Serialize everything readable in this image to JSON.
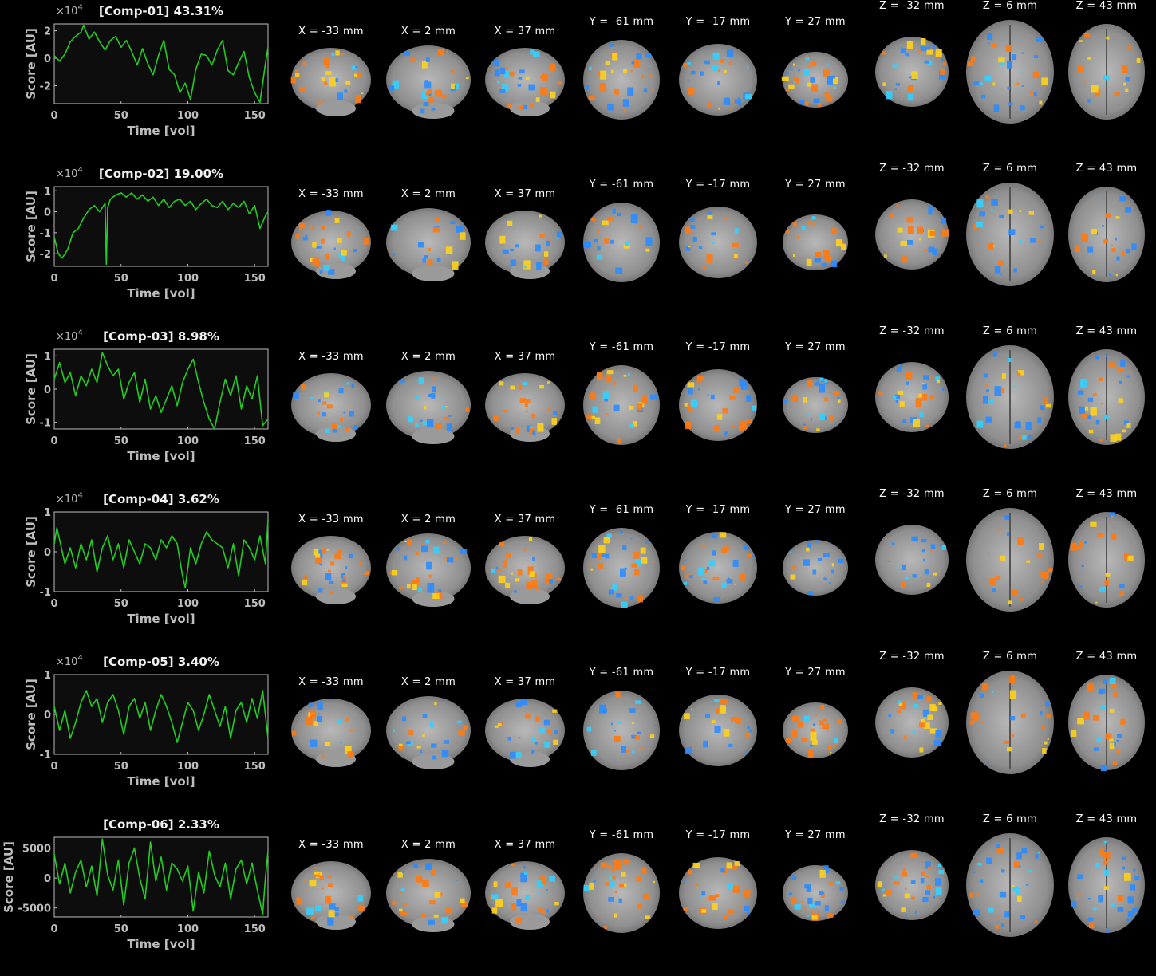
{
  "slice_labels": {
    "sagittal": [
      "X = -33 mm",
      "X = 2 mm",
      "X = 37 mm"
    ],
    "coronal": [
      "Y = -61 mm",
      "Y = -17 mm",
      "Y = 27 mm"
    ],
    "axial": [
      "Z = -32 mm",
      "Z = 6 mm",
      "Z = 43 mm"
    ]
  },
  "colors": {
    "trace": "#22cc22",
    "axis": "#bdbdbd",
    "plot_bg": "#0d0d0d",
    "positive": "#ff7a10",
    "negative": "#2a8cff"
  },
  "chart_data": [
    {
      "type": "line",
      "title": "[Comp-01] 43.31%",
      "xlabel": "Time [vol]",
      "ylabel": "Score [AU]",
      "exponent": "×10",
      "xlim": [
        0,
        160
      ],
      "ylim": [
        -3.3,
        2.5
      ],
      "xticks": [
        0,
        50,
        100,
        150
      ],
      "yticks": [
        -2,
        0,
        2
      ],
      "ytick_labels": [
        "-2",
        "0",
        "2"
      ],
      "x": [
        0,
        4,
        8,
        12,
        16,
        20,
        22,
        26,
        30,
        34,
        38,
        42,
        46,
        50,
        54,
        58,
        62,
        66,
        70,
        74,
        78,
        82,
        86,
        90,
        94,
        98,
        102,
        106,
        110,
        114,
        118,
        122,
        126,
        130,
        134,
        138,
        142,
        146,
        150,
        154,
        158,
        160
      ],
      "y": [
        0.2,
        -0.2,
        0.3,
        1.2,
        1.6,
        1.9,
        2.4,
        1.4,
        1.9,
        1.2,
        0.6,
        1.3,
        1.6,
        0.8,
        1.3,
        0.5,
        -0.5,
        0.7,
        -0.4,
        -1.2,
        0.2,
        1.3,
        -0.8,
        -1.2,
        -2.5,
        -1.8,
        -3.0,
        -0.8,
        0.3,
        0.2,
        -0.5,
        0.6,
        1.3,
        -0.9,
        -1.2,
        -0.3,
        0.5,
        -1.4,
        -2.5,
        -3.2,
        -0.4,
        0.8
      ]
    },
    {
      "type": "line",
      "title": "[Comp-02] 19.00%",
      "xlabel": "Time [vol]",
      "ylabel": "Score [AU]",
      "exponent": "×10",
      "xlim": [
        0,
        160
      ],
      "ylim": [
        -2.6,
        1.2
      ],
      "xticks": [
        0,
        50,
        100,
        150
      ],
      "yticks": [
        -2,
        -1,
        0,
        1
      ],
      "ytick_labels": [
        "-2",
        "-1",
        "0",
        "1"
      ],
      "x": [
        0,
        3,
        6,
        10,
        14,
        18,
        22,
        26,
        30,
        34,
        38,
        39,
        40,
        42,
        46,
        50,
        54,
        58,
        62,
        66,
        70,
        74,
        78,
        82,
        86,
        90,
        94,
        98,
        102,
        106,
        110,
        114,
        118,
        122,
        126,
        130,
        134,
        138,
        142,
        146,
        150,
        154,
        158,
        160
      ],
      "y": [
        -1.2,
        -2.0,
        -2.2,
        -1.8,
        -1.0,
        -0.8,
        -0.3,
        0.1,
        0.3,
        0.0,
        0.4,
        -2.5,
        0.2,
        0.6,
        0.8,
        0.9,
        0.7,
        0.9,
        0.6,
        0.8,
        0.5,
        0.7,
        0.3,
        0.6,
        0.2,
        0.5,
        0.6,
        0.3,
        0.5,
        0.1,
        0.4,
        0.6,
        0.3,
        0.2,
        0.5,
        0.1,
        0.4,
        0.2,
        0.5,
        -0.1,
        0.3,
        -0.8,
        -0.2,
        0.0
      ]
    },
    {
      "type": "line",
      "title": "[Comp-03] 8.98%",
      "xlabel": "Time [vol]",
      "ylabel": "Score [AU]",
      "exponent": "×10",
      "xlim": [
        0,
        160
      ],
      "ylim": [
        -1.2,
        1.2
      ],
      "xticks": [
        0,
        50,
        100,
        150
      ],
      "yticks": [
        -1,
        0,
        1
      ],
      "ytick_labels": [
        "-1",
        "0",
        "1"
      ],
      "x": [
        0,
        4,
        8,
        12,
        16,
        20,
        24,
        28,
        32,
        36,
        40,
        44,
        48,
        52,
        56,
        60,
        64,
        68,
        72,
        76,
        80,
        84,
        88,
        92,
        96,
        100,
        104,
        108,
        112,
        116,
        120,
        124,
        128,
        132,
        136,
        140,
        144,
        148,
        152,
        156,
        160
      ],
      "y": [
        0.3,
        0.8,
        0.2,
        0.5,
        -0.2,
        0.4,
        0.1,
        0.6,
        0.2,
        1.1,
        0.7,
        0.4,
        0.6,
        -0.3,
        0.2,
        0.5,
        -0.4,
        0.3,
        -0.6,
        -0.2,
        -0.7,
        -0.3,
        0.1,
        -0.5,
        0.2,
        0.6,
        0.9,
        0.2,
        -0.4,
        -0.9,
        -1.2,
        -0.4,
        0.3,
        -0.2,
        0.4,
        -0.6,
        0.1,
        -0.3,
        0.4,
        -1.1,
        -0.9
      ]
    },
    {
      "type": "line",
      "title": "[Comp-04] 3.62%",
      "xlabel": "Time [vol]",
      "ylabel": "Score [AU]",
      "exponent": "×10",
      "xlim": [
        0,
        160
      ],
      "ylim": [
        -1.0,
        1.0
      ],
      "xticks": [
        0,
        50,
        100,
        150
      ],
      "yticks": [
        -1,
        0,
        1
      ],
      "ytick_labels": [
        "-1",
        "0",
        "1"
      ],
      "x": [
        0,
        2,
        4,
        8,
        12,
        16,
        20,
        24,
        28,
        32,
        36,
        40,
        44,
        48,
        52,
        56,
        60,
        64,
        68,
        72,
        76,
        80,
        84,
        88,
        92,
        96,
        98,
        102,
        106,
        110,
        114,
        118,
        122,
        126,
        130,
        134,
        138,
        142,
        146,
        150,
        154,
        158,
        160
      ],
      "y": [
        0.2,
        0.6,
        0.3,
        -0.3,
        0.1,
        -0.4,
        0.2,
        -0.2,
        0.3,
        -0.5,
        0.1,
        0.4,
        -0.2,
        0.2,
        -0.4,
        0.3,
        0.0,
        -0.3,
        0.2,
        0.1,
        -0.2,
        0.3,
        0.1,
        0.4,
        0.2,
        -0.6,
        -0.9,
        0.1,
        -0.3,
        0.2,
        0.5,
        0.3,
        0.2,
        0.1,
        -0.4,
        0.2,
        -0.6,
        0.3,
        0.1,
        -0.2,
        0.4,
        -0.3,
        0.8
      ]
    },
    {
      "type": "line",
      "title": "[Comp-05] 3.40%",
      "xlabel": "Time [vol]",
      "ylabel": "Score [AU]",
      "exponent": "×10",
      "xlim": [
        0,
        160
      ],
      "ylim": [
        -1.0,
        1.0
      ],
      "xticks": [
        0,
        50,
        100,
        150
      ],
      "yticks": [
        -1,
        0,
        1
      ],
      "ytick_labels": [
        "-1",
        "0",
        "1"
      ],
      "x": [
        0,
        4,
        8,
        12,
        16,
        20,
        24,
        28,
        32,
        36,
        40,
        44,
        48,
        52,
        56,
        60,
        64,
        68,
        72,
        76,
        80,
        84,
        88,
        92,
        96,
        100,
        104,
        108,
        112,
        116,
        120,
        124,
        128,
        132,
        136,
        140,
        144,
        148,
        152,
        156,
        160
      ],
      "y": [
        0.2,
        -0.4,
        0.1,
        -0.6,
        -0.2,
        0.3,
        0.6,
        0.2,
        0.4,
        -0.2,
        0.3,
        0.5,
        0.1,
        -0.5,
        0.2,
        0.4,
        -0.1,
        0.3,
        -0.4,
        0.1,
        0.5,
        0.2,
        -0.2,
        -0.7,
        -0.2,
        0.3,
        0.1,
        -0.4,
        0.0,
        0.5,
        0.1,
        -0.3,
        0.2,
        -0.6,
        0.1,
        0.3,
        -0.2,
        0.4,
        -0.1,
        0.6,
        -0.6
      ]
    },
    {
      "type": "line",
      "title": "[Comp-06] 2.33%",
      "xlabel": "Time [vol]",
      "ylabel": "Score [AU]",
      "exponent": "",
      "xlim": [
        0,
        160
      ],
      "ylim": [
        -6500,
        6800
      ],
      "xticks": [
        0,
        50,
        100,
        150
      ],
      "yticks": [
        -5000,
        0,
        5000
      ],
      "ytick_labels": [
        "-5000",
        "0",
        "5000"
      ],
      "x": [
        0,
        4,
        8,
        12,
        16,
        20,
        24,
        28,
        32,
        36,
        40,
        44,
        48,
        52,
        56,
        60,
        64,
        68,
        72,
        76,
        80,
        84,
        88,
        92,
        96,
        100,
        104,
        108,
        112,
        116,
        120,
        124,
        128,
        132,
        136,
        140,
        144,
        148,
        152,
        156,
        158,
        160
      ],
      "y": [
        4000,
        -1000,
        2500,
        -2500,
        1000,
        3000,
        -1500,
        2000,
        -3000,
        6500,
        500,
        -2000,
        3000,
        -4500,
        2500,
        5000,
        0,
        -3500,
        6000,
        -500,
        3500,
        -2000,
        2500,
        1500,
        -500,
        2000,
        -5500,
        1000,
        -2500,
        4500,
        500,
        -1500,
        2500,
        -3500,
        1500,
        3000,
        -1000,
        2500,
        -2000,
        -6000,
        0,
        4500
      ]
    }
  ]
}
